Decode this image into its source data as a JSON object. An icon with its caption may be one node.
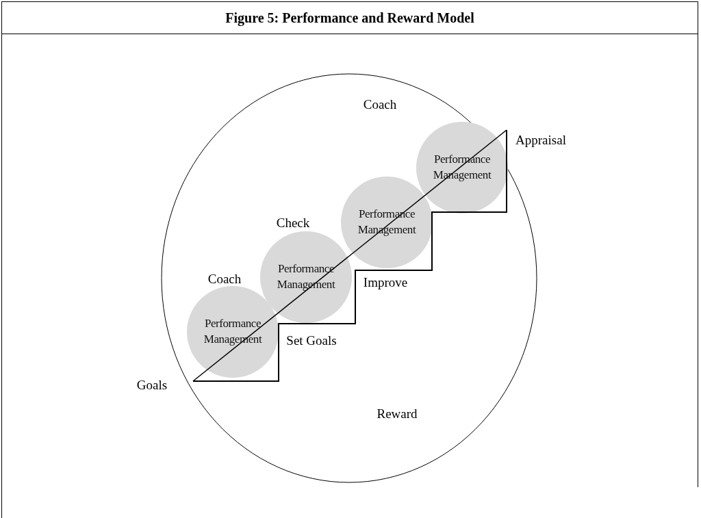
{
  "diagram": {
    "title": "Figure 5: Performance and Reward Model",
    "nodes": [
      {
        "text": [],
        "shape": "circle"
      },
      {
        "text": [
          "Performance Management"
        ],
        "in": 0
      },
      {
        "text": [
          "Performance Management"
        ],
        "in": 0
      },
      {
        "text": [
          "Performance Management"
        ],
        "in": 0
      },
      {
        "text": [
          "Performance Management"
        ],
        "in": 0
      }
    ],
    "labels": [
      "Coach",
      "Appraisal",
      "Check",
      "Coach",
      "Improve",
      "Set Goals",
      "Goals",
      "Reward"
    ]
  }
}
